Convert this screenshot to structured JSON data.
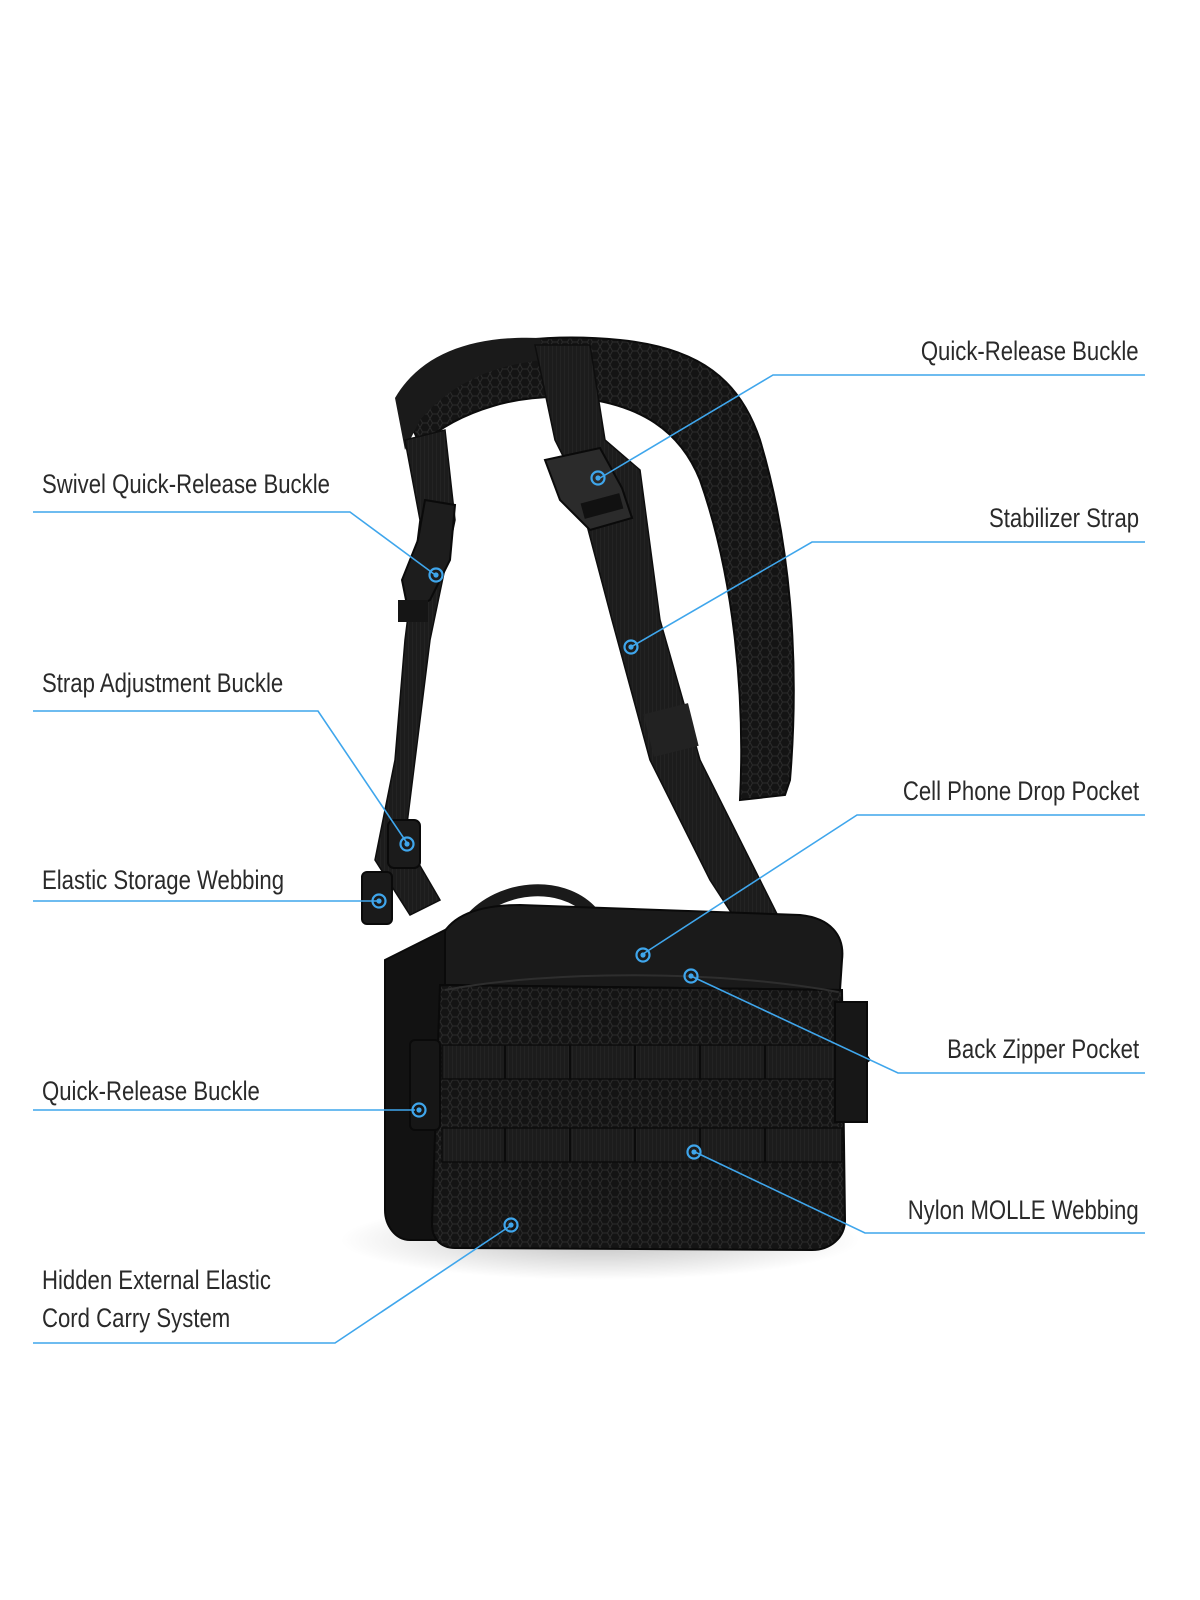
{
  "colors": {
    "background": "#ffffff",
    "accent_line": "#3fa6ec",
    "label_text": "#2a2a2a",
    "bag_body": "#161616"
  },
  "callouts": {
    "right": [
      {
        "id": "quick-release-buckle-top",
        "label": "Quick-Release Buckle"
      },
      {
        "id": "stabilizer-strap",
        "label": "Stabilizer Strap"
      },
      {
        "id": "cell-phone-drop-pocket",
        "label": "Cell Phone Drop Pocket"
      },
      {
        "id": "back-zipper-pocket",
        "label": "Back Zipper Pocket"
      },
      {
        "id": "nylon-molle-webbing",
        "label": "Nylon MOLLE Webbing"
      }
    ],
    "left": [
      {
        "id": "swivel-quick-release-buckle",
        "label": "Swivel Quick-Release Buckle"
      },
      {
        "id": "strap-adjustment-buckle",
        "label": "Strap Adjustment Buckle"
      },
      {
        "id": "elastic-storage-webbing",
        "label": "Elastic Storage Webbing"
      },
      {
        "id": "quick-release-buckle-side",
        "label": "Quick-Release Buckle"
      },
      {
        "id": "hidden-external-elastic-cord",
        "label": "Hidden External Elastic",
        "label_line2": "Cord Carry System"
      }
    ]
  },
  "icons": {
    "marker": "target-ring-icon"
  }
}
